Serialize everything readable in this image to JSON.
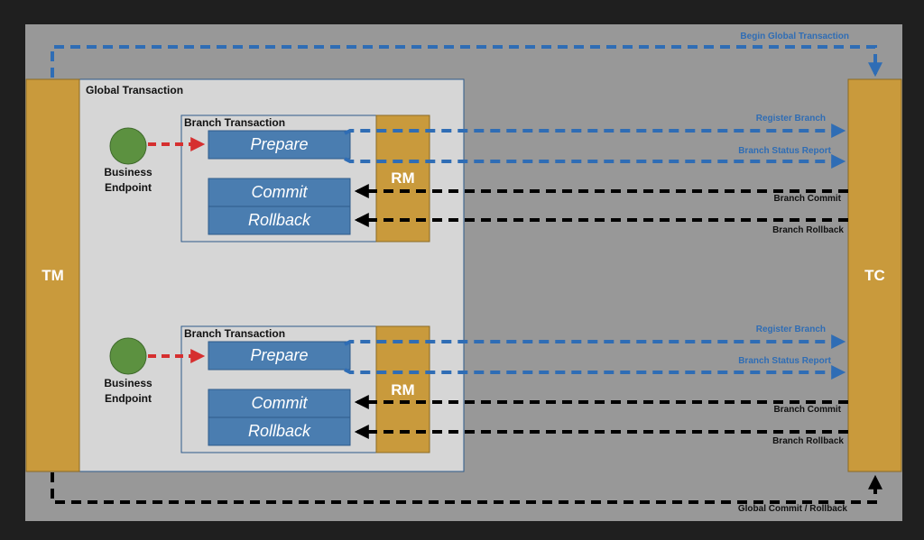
{
  "tm_label": "TM",
  "tc_label": "TC",
  "global_transaction_label": "Global Transaction",
  "begin_global_transaction_label": "Begin Global Transaction",
  "global_commit_rollback_label": "Global Commit / Rollback",
  "branches": [
    {
      "title": "Branch Transaction",
      "endpoint_line1": "Business",
      "endpoint_line2": "Endpoint",
      "prepare": "Prepare",
      "commit": "Commit",
      "rollback": "Rollback",
      "rm": "RM",
      "register_branch": "Register Branch",
      "branch_status_report": "Branch Status Report",
      "branch_commit": "Branch Commit",
      "branch_rollback": "Branch Rollback"
    },
    {
      "title": "Branch Transaction",
      "endpoint_line1": "Business",
      "endpoint_line2": "Endpoint",
      "prepare": "Prepare",
      "commit": "Commit",
      "rollback": "Rollback",
      "rm": "RM",
      "register_branch": "Register Branch",
      "branch_status_report": "Branch Status Report",
      "branch_commit": "Branch Commit",
      "branch_rollback": "Branch Rollback"
    }
  ],
  "colors": {
    "background": "#1f1f1f",
    "canvas": "#989898",
    "global_box": "#d6d6d6",
    "gold": "#c99a3c",
    "steel_blue": "#4a7db0",
    "endpoint_green": "#5c9140",
    "blue_arrow": "#2f6db5",
    "red_arrow": "#d62f2f",
    "black_arrow": "#000000"
  }
}
